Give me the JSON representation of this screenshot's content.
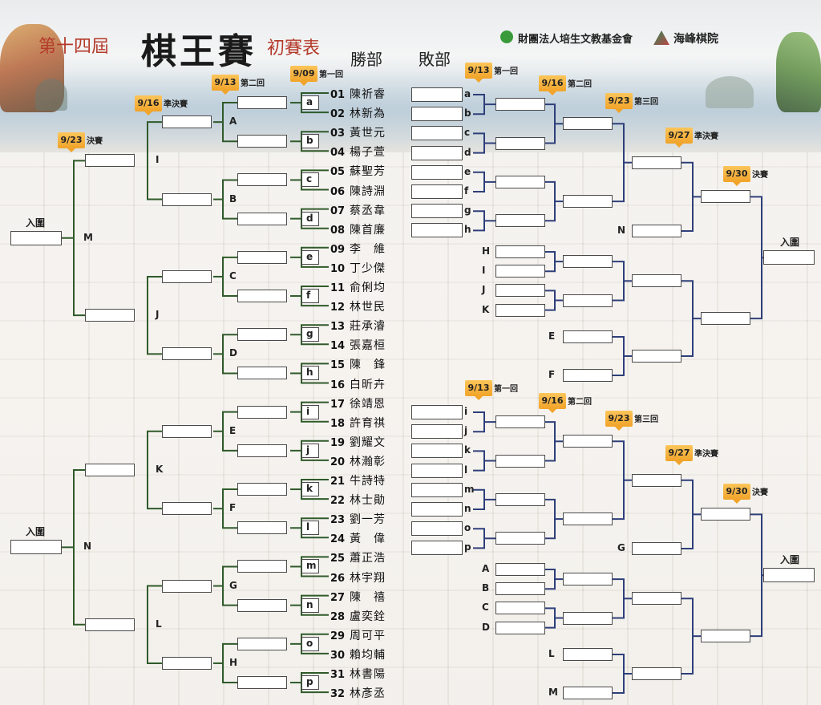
{
  "title": {
    "left": "第十四屆",
    "main": "棋王賽",
    "right": "初賽表"
  },
  "sections": {
    "win": "勝部",
    "lose": "敗部"
  },
  "orgs": {
    "foundation": "財團法人培生文教基金會",
    "academy": "海峰棋院"
  },
  "enter": "入圍",
  "players": [
    {
      "no": "01",
      "name": "陳祈睿"
    },
    {
      "no": "02",
      "name": "林新為"
    },
    {
      "no": "03",
      "name": "黃世元"
    },
    {
      "no": "04",
      "name": "楊子萱"
    },
    {
      "no": "05",
      "name": "蘇聖芳"
    },
    {
      "no": "06",
      "name": "陳詩淵"
    },
    {
      "no": "07",
      "name": "蔡丞韋"
    },
    {
      "no": "08",
      "name": "陳首廉"
    },
    {
      "no": "09",
      "name": "李　維"
    },
    {
      "no": "10",
      "name": "丁少傑"
    },
    {
      "no": "11",
      "name": "俞俐均"
    },
    {
      "no": "12",
      "name": "林世民"
    },
    {
      "no": "13",
      "name": "莊承濬"
    },
    {
      "no": "14",
      "name": "張嘉桓"
    },
    {
      "no": "15",
      "name": "陳　鋒"
    },
    {
      "no": "16",
      "name": "白昕卉"
    },
    {
      "no": "17",
      "name": "徐靖恩"
    },
    {
      "no": "18",
      "name": "許育祺"
    },
    {
      "no": "19",
      "name": "劉耀文"
    },
    {
      "no": "20",
      "name": "林瀚彰"
    },
    {
      "no": "21",
      "name": "牛詩特"
    },
    {
      "no": "22",
      "name": "林士勛"
    },
    {
      "no": "23",
      "name": "劉一芳"
    },
    {
      "no": "24",
      "name": "黃　偉"
    },
    {
      "no": "25",
      "name": "蕭正浩"
    },
    {
      "no": "26",
      "name": "林宇翔"
    },
    {
      "no": "27",
      "name": "陳　禧"
    },
    {
      "no": "28",
      "name": "盧奕銓"
    },
    {
      "no": "29",
      "name": "周可平"
    },
    {
      "no": "30",
      "name": "賴均輔"
    },
    {
      "no": "31",
      "name": "林書陽"
    },
    {
      "no": "32",
      "name": "林彥丞"
    }
  ],
  "win_r1_letters": [
    "a",
    "b",
    "c",
    "d",
    "e",
    "f",
    "g",
    "h",
    "i",
    "j",
    "k",
    "l",
    "m",
    "n",
    "o",
    "p"
  ],
  "win_r2_letters": [
    "A",
    "B",
    "C",
    "D",
    "E",
    "F",
    "G",
    "H",
    "I",
    "J",
    "K",
    "L",
    "M",
    "N"
  ],
  "rounds": {
    "r1": "第一回",
    "r2": "第二回",
    "r3": "第三回",
    "sf": "準決賽",
    "f": "決賽"
  },
  "dates": {
    "d1": "9/09",
    "d2": "9/13",
    "d3": "9/16",
    "d4": "9/23",
    "d5": "9/27",
    "d6": "9/30"
  },
  "lose_top_letters": [
    "a",
    "b",
    "c",
    "d",
    "e",
    "f",
    "g",
    "h"
  ],
  "lose_bot_letters": [
    "i",
    "j",
    "k",
    "l",
    "m",
    "n",
    "o",
    "p"
  ],
  "lose_top_drops": [
    "H",
    "I",
    "J",
    "K",
    "E",
    "F",
    "N"
  ],
  "lose_bot_drops": [
    "A",
    "B",
    "C",
    "D",
    "L",
    "M",
    "G"
  ],
  "colors": {
    "win_line": "#2f5a2a",
    "lose_line": "#2e3f7a",
    "date_tag": "#f1a42a",
    "title_red": "#b43a2a"
  }
}
